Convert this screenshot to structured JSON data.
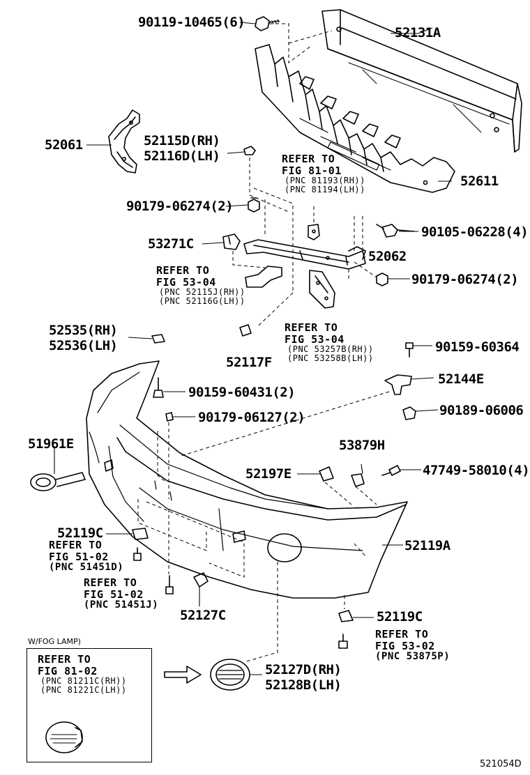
{
  "diagram_code": "521054D",
  "fog_lamp_label": "W/FOG LAMP)",
  "part_numbers": {
    "p52131A": "52131A",
    "p90119": "90119-10465(6)",
    "p52061": "52061",
    "p52115D": "52115D(RH)",
    "p52116D": "52116D(LH)",
    "p52611": "52611",
    "p90179a": "90179-06274(2)",
    "p90105": "90105-06228(4)",
    "p53271C": "53271C",
    "p52062": "52062",
    "p90179b": "90179-06274(2)",
    "p52535": "52535(RH)",
    "p52536": "52536(LH)",
    "p52117F": "52117F",
    "p90159a": "90159-60364",
    "p52144E": "52144E",
    "p90159b": "90159-60431(2)",
    "p90189": "90189-06006",
    "p90179c": "90179-06127(2)",
    "p51961E": "51961E",
    "p53879H": "53879H",
    "p52197E": "52197E",
    "p47749": "47749-58010(4)",
    "p52119C_left": "52119C",
    "p52119A": "52119A",
    "p52127C": "52127C",
    "p52119C_right": "52119C",
    "p52127D": "52127D(RH)",
    "p52128B": "52128B(LH)"
  },
  "references": {
    "ref_81_01": {
      "line1": "REFER TO",
      "line2": "FIG 81-01",
      "pnc1": "(PNC 81193(RH))",
      "pnc2": "(PNC 81194(LH))"
    },
    "ref_53_04_a": {
      "line1": "REFER TO",
      "line2": "FIG 53-04",
      "pnc1": "(PNC 52115J(RH))",
      "pnc2": "(PNC 52116G(LH))"
    },
    "ref_53_04_b": {
      "line1": "REFER TO",
      "line2": "FIG 53-04",
      "pnc1": "(PNC 53257B(RH))",
      "pnc2": "(PNC 53258B(LH))"
    },
    "ref_51_02_a": {
      "line1": "REFER TO",
      "line2": "FIG 51-02",
      "pnc1": "(PNC 51451D)"
    },
    "ref_51_02_b": {
      "line1": "REFER TO",
      "line2": "FIG 51-02",
      "pnc1": "(PNC 51451J)"
    },
    "ref_53_02": {
      "line1": "REFER TO",
      "line2": "FIG 53-02",
      "pnc1": "(PNC 53875P)"
    },
    "ref_81_02": {
      "line1": "REFER TO",
      "line2": "FIG 81-02",
      "pnc1": "(PNC 81211C(RH))",
      "pnc2": "(PNC 81221C(LH))"
    }
  }
}
